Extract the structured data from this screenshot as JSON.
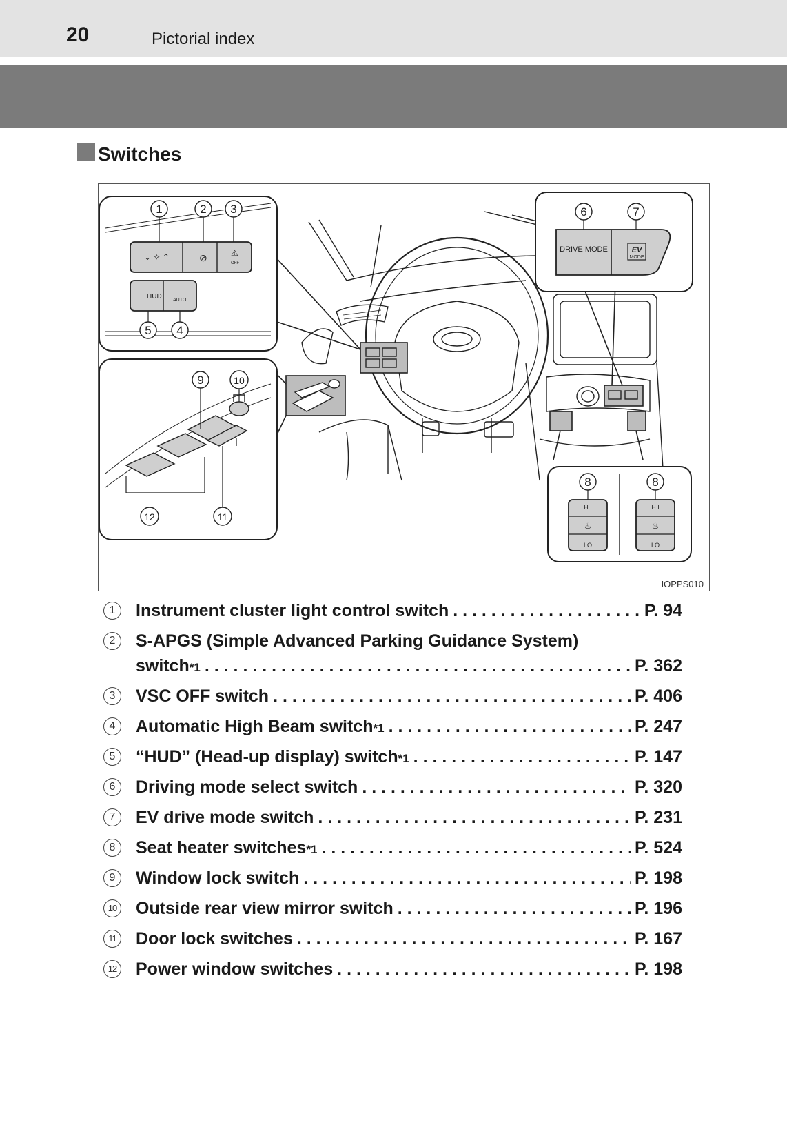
{
  "header": {
    "page_number": "20",
    "section": "Pictorial index"
  },
  "subsection": {
    "title": "Switches"
  },
  "figure": {
    "code": "IOPPS010",
    "callouts": [
      "1",
      "2",
      "3",
      "4",
      "5",
      "6",
      "7",
      "8",
      "9",
      "10",
      "11",
      "12"
    ],
    "labels": {
      "drive_mode": "DRIVE MODE",
      "ev": "EV",
      "mode": "MODE",
      "hud": "HUD",
      "auto": "AUTO",
      "off": "OFF",
      "hi": "H I",
      "lo": "LO"
    }
  },
  "items": [
    {
      "num": "1",
      "text": "Instrument cluster light control switch",
      "sup": "",
      "page": "P. 94"
    },
    {
      "num": "2",
      "text": "S-APGS (Simple Advanced Parking Guidance System)",
      "text2": "switch",
      "sup": "*1",
      "page": "P. 362"
    },
    {
      "num": "3",
      "text": "VSC OFF switch",
      "sup": "",
      "page": "P. 406"
    },
    {
      "num": "4",
      "text": "Automatic High Beam switch",
      "sup": "*1",
      "page": "P. 247"
    },
    {
      "num": "5",
      "text": "“HUD” (Head-up display) switch",
      "sup": "*1",
      "page": "P. 147"
    },
    {
      "num": "6",
      "text": "Driving mode select switch",
      "sup": "",
      "page": "P. 320"
    },
    {
      "num": "7",
      "text": "EV drive mode switch",
      "sup": "",
      "page": "P. 231"
    },
    {
      "num": "8",
      "text": "Seat heater switches",
      "sup": "*1",
      "page": "P. 524"
    },
    {
      "num": "9",
      "text": "Window lock switch",
      "sup": "",
      "page": "P. 198"
    },
    {
      "num": "10",
      "text": "Outside rear view mirror switch",
      "sup": "",
      "page": "P. 196"
    },
    {
      "num": "11",
      "text": "Door lock switches",
      "sup": "",
      "page": "P. 167"
    },
    {
      "num": "12",
      "text": "Power window switches",
      "sup": "",
      "page": "P. 198"
    }
  ]
}
